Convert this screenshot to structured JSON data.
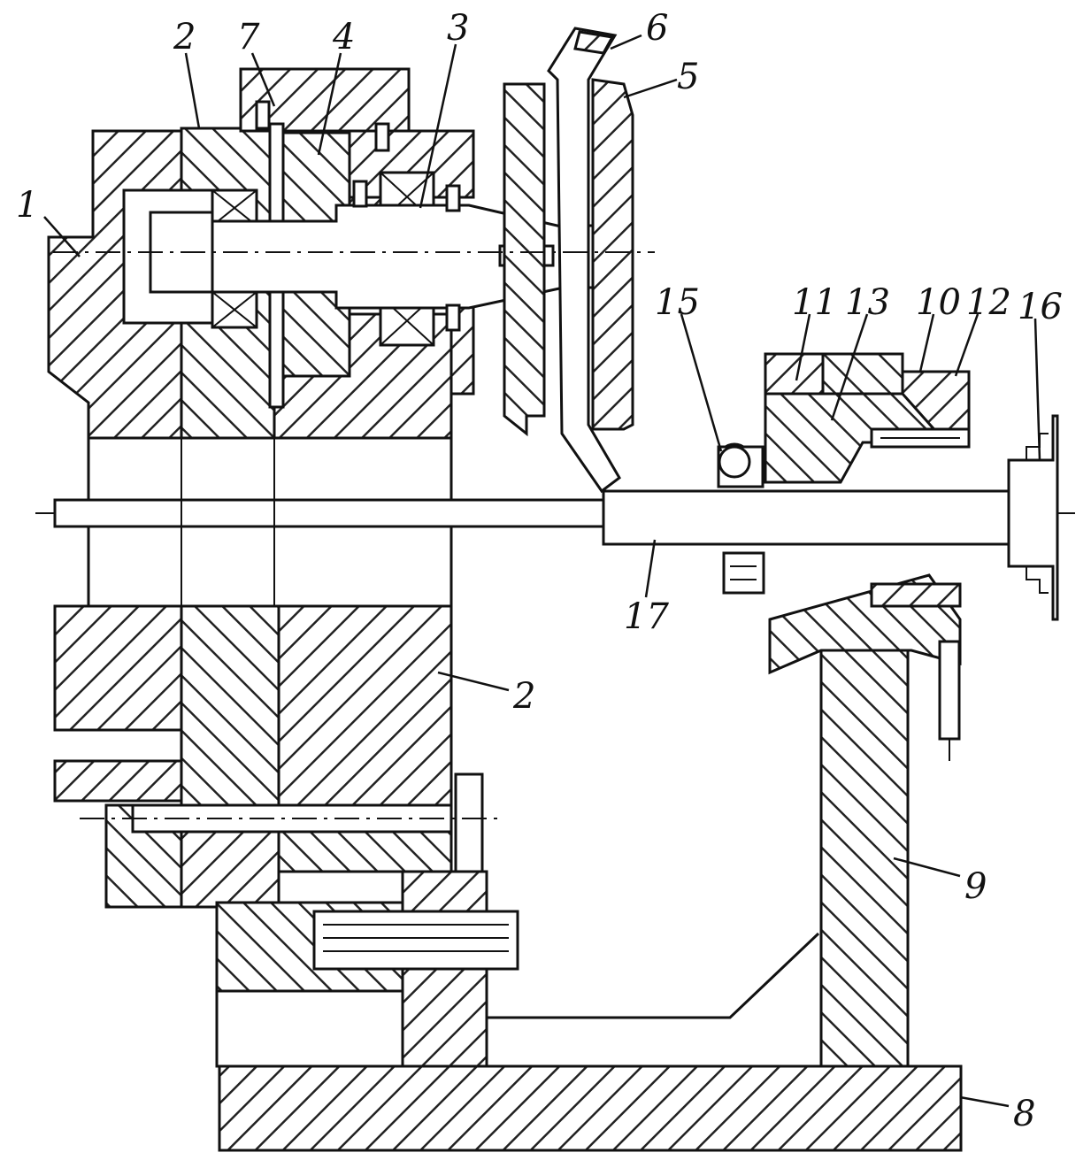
{
  "labels": {
    "l1": "1",
    "l2_top": "2",
    "l2_side": "2",
    "l3": "3",
    "l4": "4",
    "l5": "5",
    "l6": "6",
    "l7": "7",
    "l8": "8",
    "l9": "9",
    "l10": "10",
    "l11": "11",
    "l12": "12",
    "l13": "13",
    "l15": "15",
    "l16": "16",
    "l17": "17"
  }
}
